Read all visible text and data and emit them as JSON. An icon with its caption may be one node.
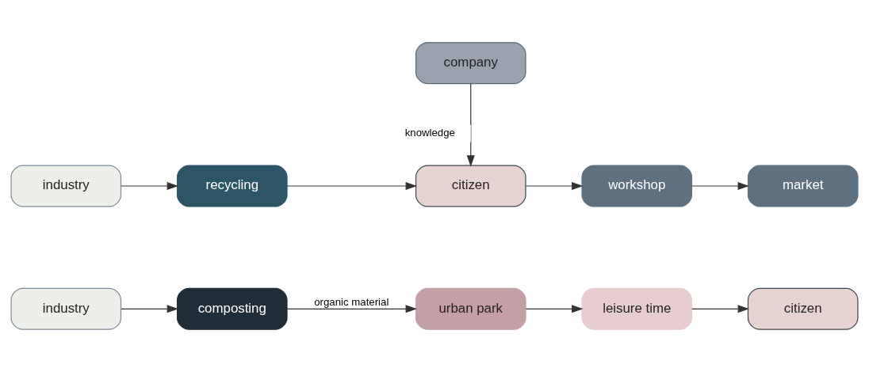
{
  "diagram": {
    "nodes": [
      {
        "text": [
          "company"
        ]
      },
      {
        "text": [
          "industry"
        ]
      },
      {
        "text": [
          "recycling"
        ]
      },
      {
        "text": [
          "citizen"
        ]
      },
      {
        "text": [
          "workshop"
        ]
      },
      {
        "text": [
          "market"
        ]
      },
      {
        "text": [
          "industry"
        ]
      },
      {
        "text": [
          "composting"
        ]
      },
      {
        "text": [
          "urban park"
        ]
      },
      {
        "text": [
          "leisure time"
        ]
      },
      {
        "text": [
          "citizen"
        ]
      }
    ],
    "edges": [
      {
        "from": 0,
        "to": 3,
        "arrow": "to",
        "label": "knowledge"
      },
      {
        "from": 1,
        "to": 2,
        "arrow": "to"
      },
      {
        "from": 2,
        "to": 3,
        "arrow": "to"
      },
      {
        "from": 3,
        "to": 4,
        "arrow": "to"
      },
      {
        "from": 4,
        "to": 5,
        "arrow": "to"
      },
      {
        "from": 6,
        "to": 7,
        "arrow": "to"
      },
      {
        "from": 7,
        "to": 8,
        "arrow": "to",
        "label": "organic material"
      },
      {
        "from": 8,
        "to": 9,
        "arrow": "to"
      },
      {
        "from": 9,
        "to": 10,
        "arrow": "to"
      }
    ]
  }
}
